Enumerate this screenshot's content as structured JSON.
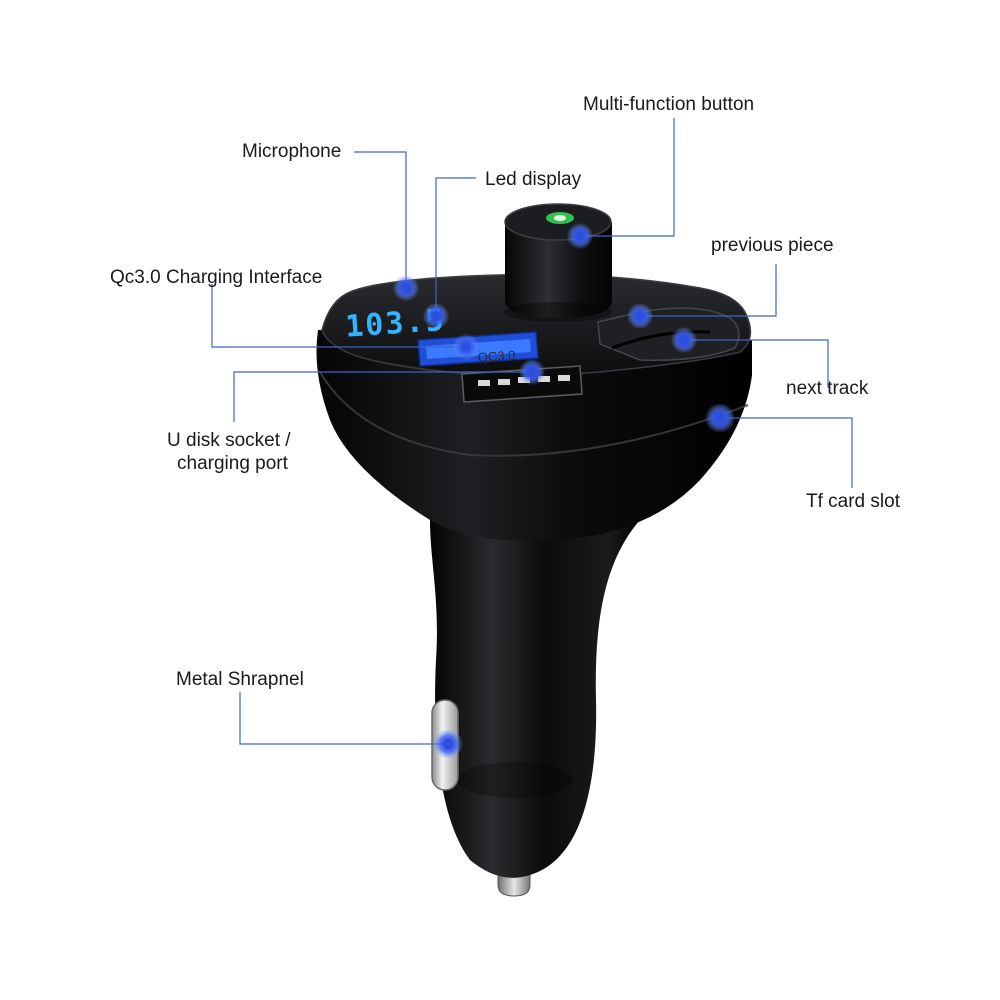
{
  "device": {
    "display_reading": "103.5",
    "port_label": "QC3.0",
    "colors": {
      "body": "#141416",
      "display": "#2fb6ff",
      "marker": "#2c4fe0",
      "leader": "#3a66c4",
      "button_led": "#39d353"
    }
  },
  "callouts": [
    {
      "id": "microphone",
      "label": "Microphone"
    },
    {
      "id": "led-display",
      "label": "Led display"
    },
    {
      "id": "multi-function-button",
      "label": "Multi-function button"
    },
    {
      "id": "qc30-charging",
      "label": "Qc3.0 Charging Interface"
    },
    {
      "id": "previous-piece",
      "label": "previous piece"
    },
    {
      "id": "next-track",
      "label": "next track"
    },
    {
      "id": "u-disk-socket",
      "label_lines": [
        "U disk socket /",
        "charging port"
      ]
    },
    {
      "id": "tf-card-slot",
      "label": "Tf card slot"
    },
    {
      "id": "metal-shrapnel",
      "label": "Metal Shrapnel"
    }
  ]
}
